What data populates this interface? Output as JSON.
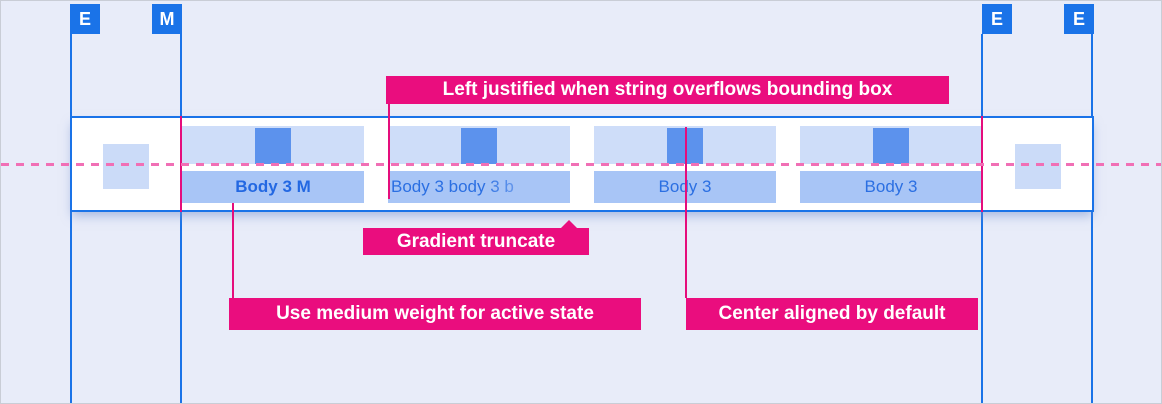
{
  "spec": {
    "component": "tab-bar-redline-spec",
    "accent_colors": {
      "guide_blue": "#1a73e8",
      "annotation_pink": "#ea0d7e",
      "dashed_centerline_pink": "#f16fb5",
      "tab_icon_blue": "#5c92ed",
      "tab_icon_row_bg": "#cedдf9",
      "tab_label_row_bg": "#a8c5f6",
      "tab_text_blue": "#2b6fe2",
      "background": "#e8ecf9"
    }
  },
  "guides": {
    "markers": [
      {
        "label": "E"
      },
      {
        "label": "M"
      },
      {
        "label": "E"
      },
      {
        "label": "E"
      }
    ]
  },
  "tabbar": {
    "tabs": [
      {
        "label": "Body 3 M",
        "state": "active",
        "weight": "medium",
        "align": "center"
      },
      {
        "label": "Body 3 body 3 b",
        "state": "default",
        "truncation": "gradient",
        "align": "left"
      },
      {
        "label": "Body 3",
        "state": "default",
        "align": "center"
      },
      {
        "label": "Body 3",
        "state": "default",
        "align": "center"
      }
    ]
  },
  "annotations": {
    "left_justified": {
      "text": "Left justified when string overflows bounding box"
    },
    "gradient_truncate": {
      "text": "Gradient truncate"
    },
    "medium_weight": {
      "text": "Use medium weight for active state"
    },
    "center_aligned": {
      "text": "Center aligned by default"
    }
  }
}
